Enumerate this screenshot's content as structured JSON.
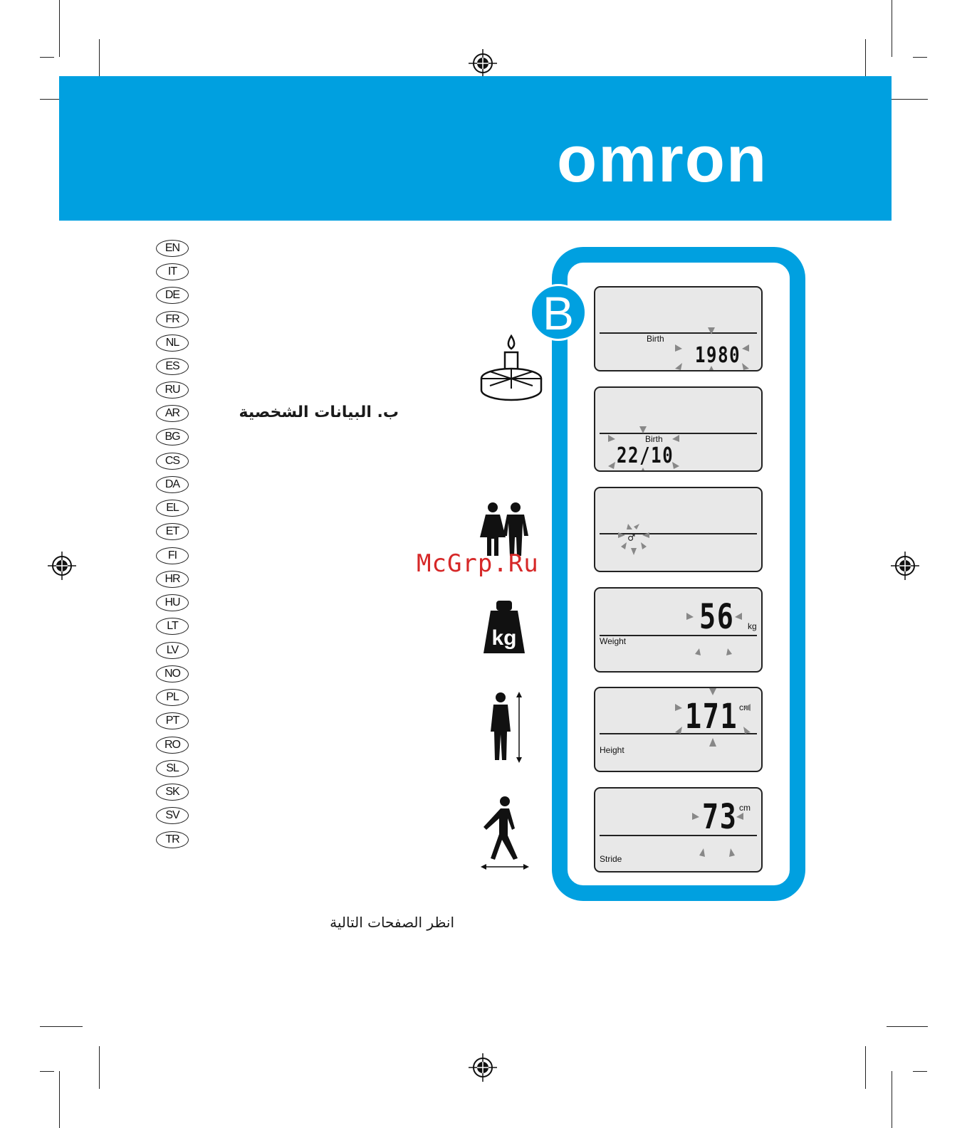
{
  "brand": {
    "logo_text": "omron",
    "banner_color": "#00a0e0"
  },
  "languages": [
    "EN",
    "IT",
    "DE",
    "FR",
    "NL",
    "ES",
    "RU",
    "AR",
    "BG",
    "CS",
    "DA",
    "EL",
    "ET",
    "FI",
    "HR",
    "HU",
    "LT",
    "LV",
    "NO",
    "PL",
    "PT",
    "RO",
    "SL",
    "SK",
    "SV",
    "TR"
  ],
  "section": {
    "badge": "B",
    "title_ar": "ب. البيانات الشخصية"
  },
  "footer": {
    "note_ar": "انظر الصفحات التالية"
  },
  "watermark": {
    "text": "McGrp.Ru",
    "color": "#d62828"
  },
  "displays": [
    {
      "icon": "birthday-cake-icon",
      "label": "Birth",
      "value": "1980",
      "unit": ""
    },
    {
      "icon": "",
      "label": "Birth",
      "value": "22/10",
      "unit": ""
    },
    {
      "icon": "man-woman-icon",
      "label": "",
      "value": "♂",
      "unit": ""
    },
    {
      "icon": "weight-kg-icon",
      "label": "Weight",
      "value": "56",
      "unit": "kg"
    },
    {
      "icon": "height-person-icon",
      "label": "Height",
      "value": "171",
      "unit": "cm"
    },
    {
      "icon": "walking-stride-icon",
      "label": "Stride",
      "value": "73",
      "unit": "cm"
    }
  ]
}
